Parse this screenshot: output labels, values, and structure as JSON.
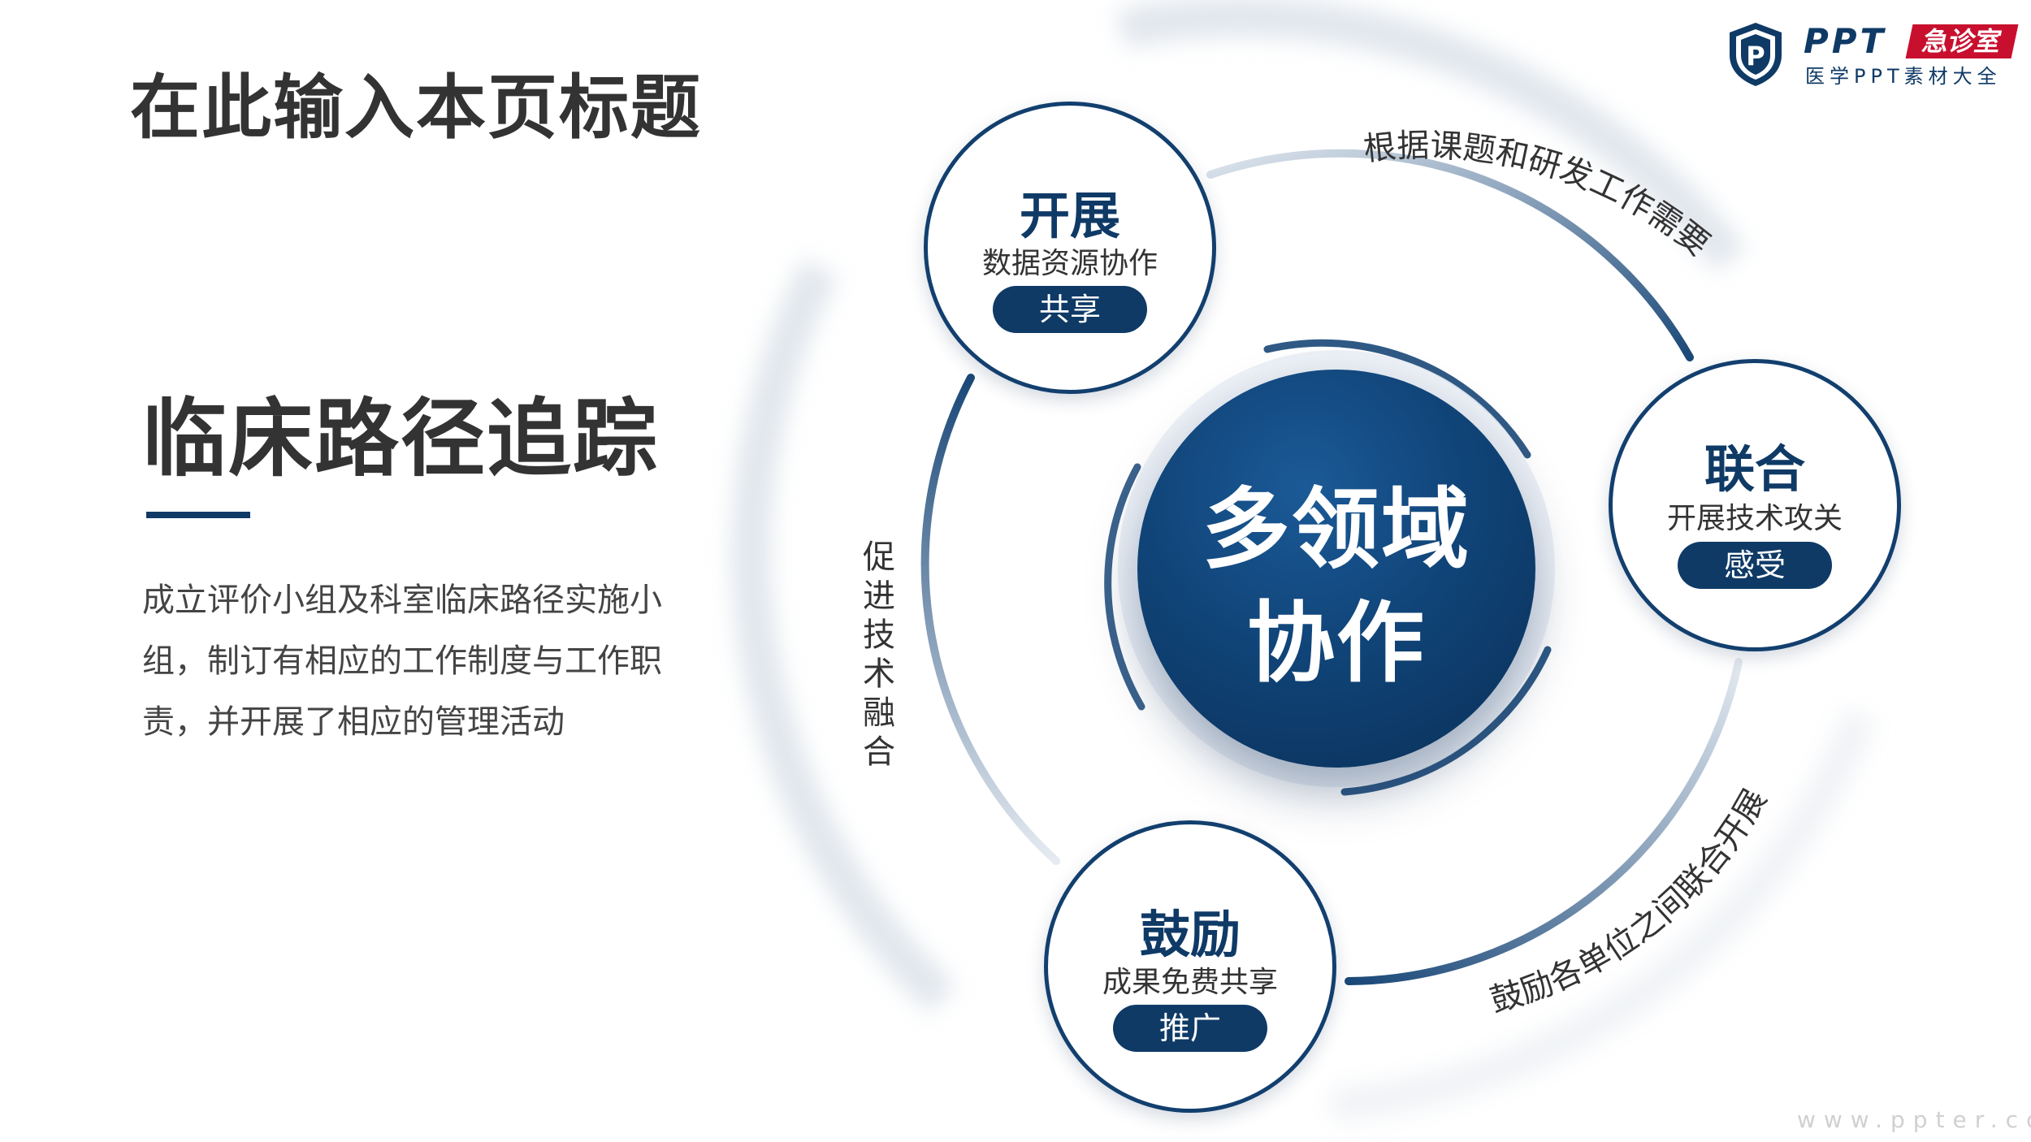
{
  "page": {
    "title": "在此输入本页标题",
    "section_title": "临床路径追踪",
    "body_text": "成立评价小组及科室临床路径实施小组，制订有相应的工作制度与工作职责，并开展了相应的管理活动"
  },
  "logo": {
    "brand": "PPT",
    "tag": "急诊室",
    "subtitle": "医学PPT素材大全",
    "badge_letter": "P"
  },
  "diagram": {
    "center_line1": "多领域",
    "center_line2": "协作",
    "nodes": [
      {
        "title": "开展",
        "subtitle": "数据资源协作",
        "tag": "共享"
      },
      {
        "title": "联合",
        "subtitle": "开展技术攻关",
        "tag": "感受"
      },
      {
        "title": "鼓励",
        "subtitle": "成果免费共享",
        "tag": "推广"
      }
    ],
    "arc_labels": {
      "top_right": "根据课题和研发工作需要",
      "bottom_right": "鼓励各单位之间联合开展",
      "left": "促进技术融合"
    }
  },
  "watermark": "www.ppter.com",
  "colors": {
    "primary": "#0f3a66",
    "accent_red": "#c8102e",
    "text": "#333333"
  }
}
